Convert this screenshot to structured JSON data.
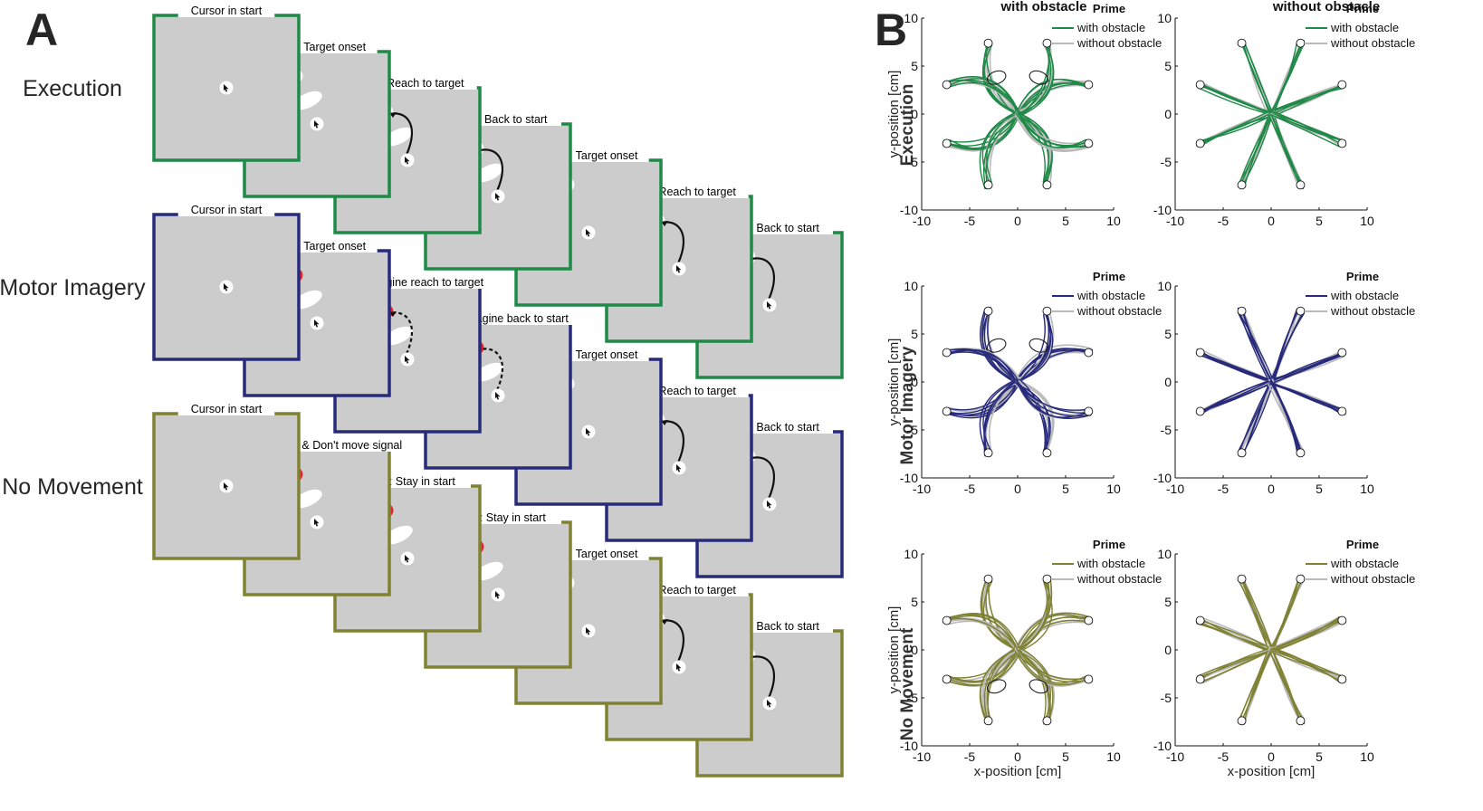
{
  "panel_a": {
    "letter": "A",
    "conditions": [
      {
        "label": "Execution",
        "color": "#1e8a47",
        "frames": [
          {
            "title": "Cursor in start",
            "target": "none",
            "obstacle": false,
            "trace": "none"
          },
          {
            "title": "Prime: Target onset",
            "target": "white",
            "obstacle": true,
            "trace": "none"
          },
          {
            "title": "Prime: Reach to target",
            "target": "white",
            "obstacle": true,
            "trace": "solid-out"
          },
          {
            "title": "Prime: Back to start",
            "target": "white",
            "obstacle": true,
            "trace": "solid-back"
          },
          {
            "title": "Probe: Target onset",
            "target": "white",
            "obstacle": false,
            "trace": "none"
          },
          {
            "title": "Probe: Reach to target",
            "target": "white",
            "obstacle": false,
            "trace": "solid-out"
          },
          {
            "title": "Probe: Back to start",
            "target": "white",
            "obstacle": false,
            "trace": "solid-back"
          }
        ]
      },
      {
        "label": "Motor Imagery",
        "color": "#282b7c",
        "frames": [
          {
            "title": "Cursor in start",
            "target": "none",
            "obstacle": false,
            "trace": "none"
          },
          {
            "title": "Prime: Target onset",
            "target": "red",
            "obstacle": true,
            "trace": "none"
          },
          {
            "title": "Prime: Imagine reach to target",
            "target": "red",
            "obstacle": true,
            "trace": "dashed-out"
          },
          {
            "title": "Prime: Imagine back to start",
            "target": "red",
            "obstacle": true,
            "trace": "dashed-back"
          },
          {
            "title": "Probe: Target onset",
            "target": "white",
            "obstacle": false,
            "trace": "none"
          },
          {
            "title": "Probe: Reach to target",
            "target": "white",
            "obstacle": false,
            "trace": "solid-out"
          },
          {
            "title": "Probe: Back to start",
            "target": "white",
            "obstacle": false,
            "trace": "solid-back"
          }
        ]
      },
      {
        "label": "No Movement",
        "color": "#7f8233",
        "frames": [
          {
            "title": "Cursor in start",
            "target": "none",
            "obstacle": false,
            "trace": "none"
          },
          {
            "title": "Prime: Target & Don't move signal",
            "target": "red",
            "obstacle": true,
            "trace": "none"
          },
          {
            "title": "Prime: Stay in start",
            "target": "red",
            "obstacle": true,
            "trace": "none"
          },
          {
            "title": "Prime: Stay in start",
            "target": "red",
            "obstacle": true,
            "trace": "none"
          },
          {
            "title": "Probe: Target onset",
            "target": "white",
            "obstacle": false,
            "trace": "none"
          },
          {
            "title": "Probe: Reach to target",
            "target": "white",
            "obstacle": false,
            "trace": "solid-out"
          },
          {
            "title": "Probe: Back to start",
            "target": "white",
            "obstacle": false,
            "trace": "solid-back"
          }
        ]
      }
    ],
    "colors": {
      "frame_fill": "#cccccc",
      "red_target": "#e3262b",
      "white": "#ffffff",
      "trace": "#111111"
    }
  },
  "panel_b": {
    "letter": "B",
    "column_titles": [
      "with obstacle",
      "without obstacle"
    ],
    "row_labels": [
      "Execution",
      "Motor Imagery",
      "No Movement"
    ],
    "row_colors": [
      "#1e8a47",
      "#282b7c",
      "#7f8233"
    ],
    "xlabel": "x-position [cm]",
    "ylabel": "y-position [cm]",
    "legend": {
      "title": "Prime",
      "entries": [
        "with obstacle",
        "without obstacle"
      ],
      "gray_color": "#b9b9b9"
    },
    "ticks": [
      "-10",
      "-5",
      "0",
      "5",
      "10"
    ],
    "tick_values": [
      -10,
      -5,
      0,
      5,
      10
    ]
  },
  "chart_data": {
    "type": "line",
    "title": "",
    "xlabel": "x-position [cm]",
    "ylabel": "y-position [cm]",
    "xlim": [
      -10,
      10
    ],
    "ylim": [
      -10,
      10
    ],
    "grid": false,
    "legend_title": "Prime",
    "legend_position": "top-right",
    "target_angles_deg": [
      22.5,
      67.5,
      112.5,
      157.5,
      202.5,
      247.5,
      292.5,
      337.5
    ],
    "target_radius_cm": 8,
    "obstacles_cm": [
      {
        "x": -2.2,
        "y": 3.8,
        "rx": 1.0,
        "ry": 0.5
      },
      {
        "x": 2.2,
        "y": 3.8,
        "rx": 1.0,
        "ry": 0.5
      }
    ],
    "series": [
      {
        "name": "with obstacle",
        "color": "row color"
      },
      {
        "name": "without obstacle",
        "color": "#b9b9b9"
      }
    ]
  }
}
